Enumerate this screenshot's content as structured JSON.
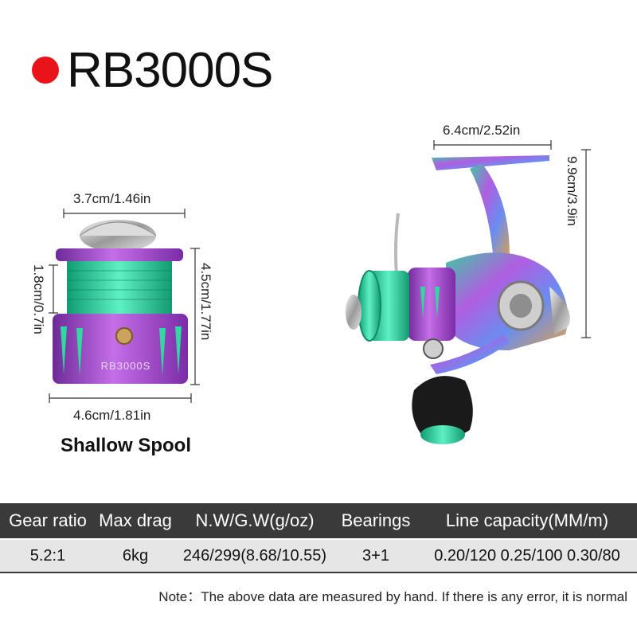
{
  "product": {
    "model": "RB3000S",
    "spool_engraving": "RB3000S"
  },
  "spool_dimensions": {
    "top_width": "3.7cm/1.46in",
    "line_depth": "1.8cm/0.7in",
    "height": "4.5cm/1.77in",
    "bottom_width": "4.6cm/1.81in",
    "caption": "Shallow Spool"
  },
  "reel_dimensions": {
    "width": "6.4cm/2.52in",
    "height": "9.9cm/3.9in"
  },
  "specs": {
    "headers": [
      "Gear ratio",
      "Max drag",
      "N.W/G.W(g/oz)",
      "Bearings",
      "Line capacity(MM/m)"
    ],
    "values": [
      "5.2:1",
      "6kg",
      "246/299(8.68/10.55)",
      "3+1",
      "0.20/120 0.25/100 0.30/80"
    ]
  },
  "note": "Note：The above data are measured by hand. If there is any error, it is normal",
  "colors": {
    "accent_dot": "#e8141a",
    "purple": "#9b3fc4",
    "green": "#2fd9a0",
    "header_bg": "#3a3a3a",
    "row_bg": "#e6e6e6"
  }
}
